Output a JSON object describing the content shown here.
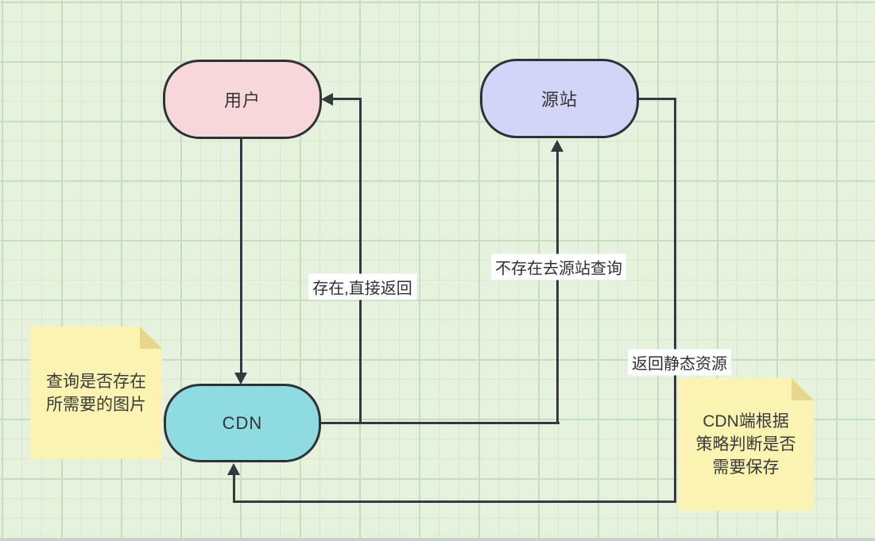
{
  "canvas": {
    "background_color": "#e6f2de",
    "grid_minor_color": "#d7e7d0",
    "grid_major_color": "#c8dcc1",
    "connector_color": "#35383d"
  },
  "nodes": {
    "user": {
      "label": "用户",
      "fill": "#f8d7da",
      "border": "#2e3136"
    },
    "origin": {
      "label": "源站",
      "fill": "#d3d5f7",
      "border": "#2e3136"
    },
    "cdn": {
      "label": "CDN",
      "fill": "#8edce2",
      "border": "#2e3136"
    }
  },
  "edges": {
    "cdn_to_user": {
      "label": "存在,直接返回"
    },
    "cdn_to_origin": {
      "label": "不存在去源站查询"
    },
    "origin_to_cdn": {
      "label": "返回静态资源"
    }
  },
  "notes": {
    "left": {
      "fill": "#faf3b1",
      "fold_color": "#e7d78b",
      "lines": [
        "查询是否存在",
        "所需要的图片"
      ]
    },
    "right": {
      "fill": "#faf3b1",
      "fold_color": "#e7d78b",
      "lines": [
        "CDN端根据",
        "策略判断是否",
        "需要保存"
      ]
    }
  }
}
